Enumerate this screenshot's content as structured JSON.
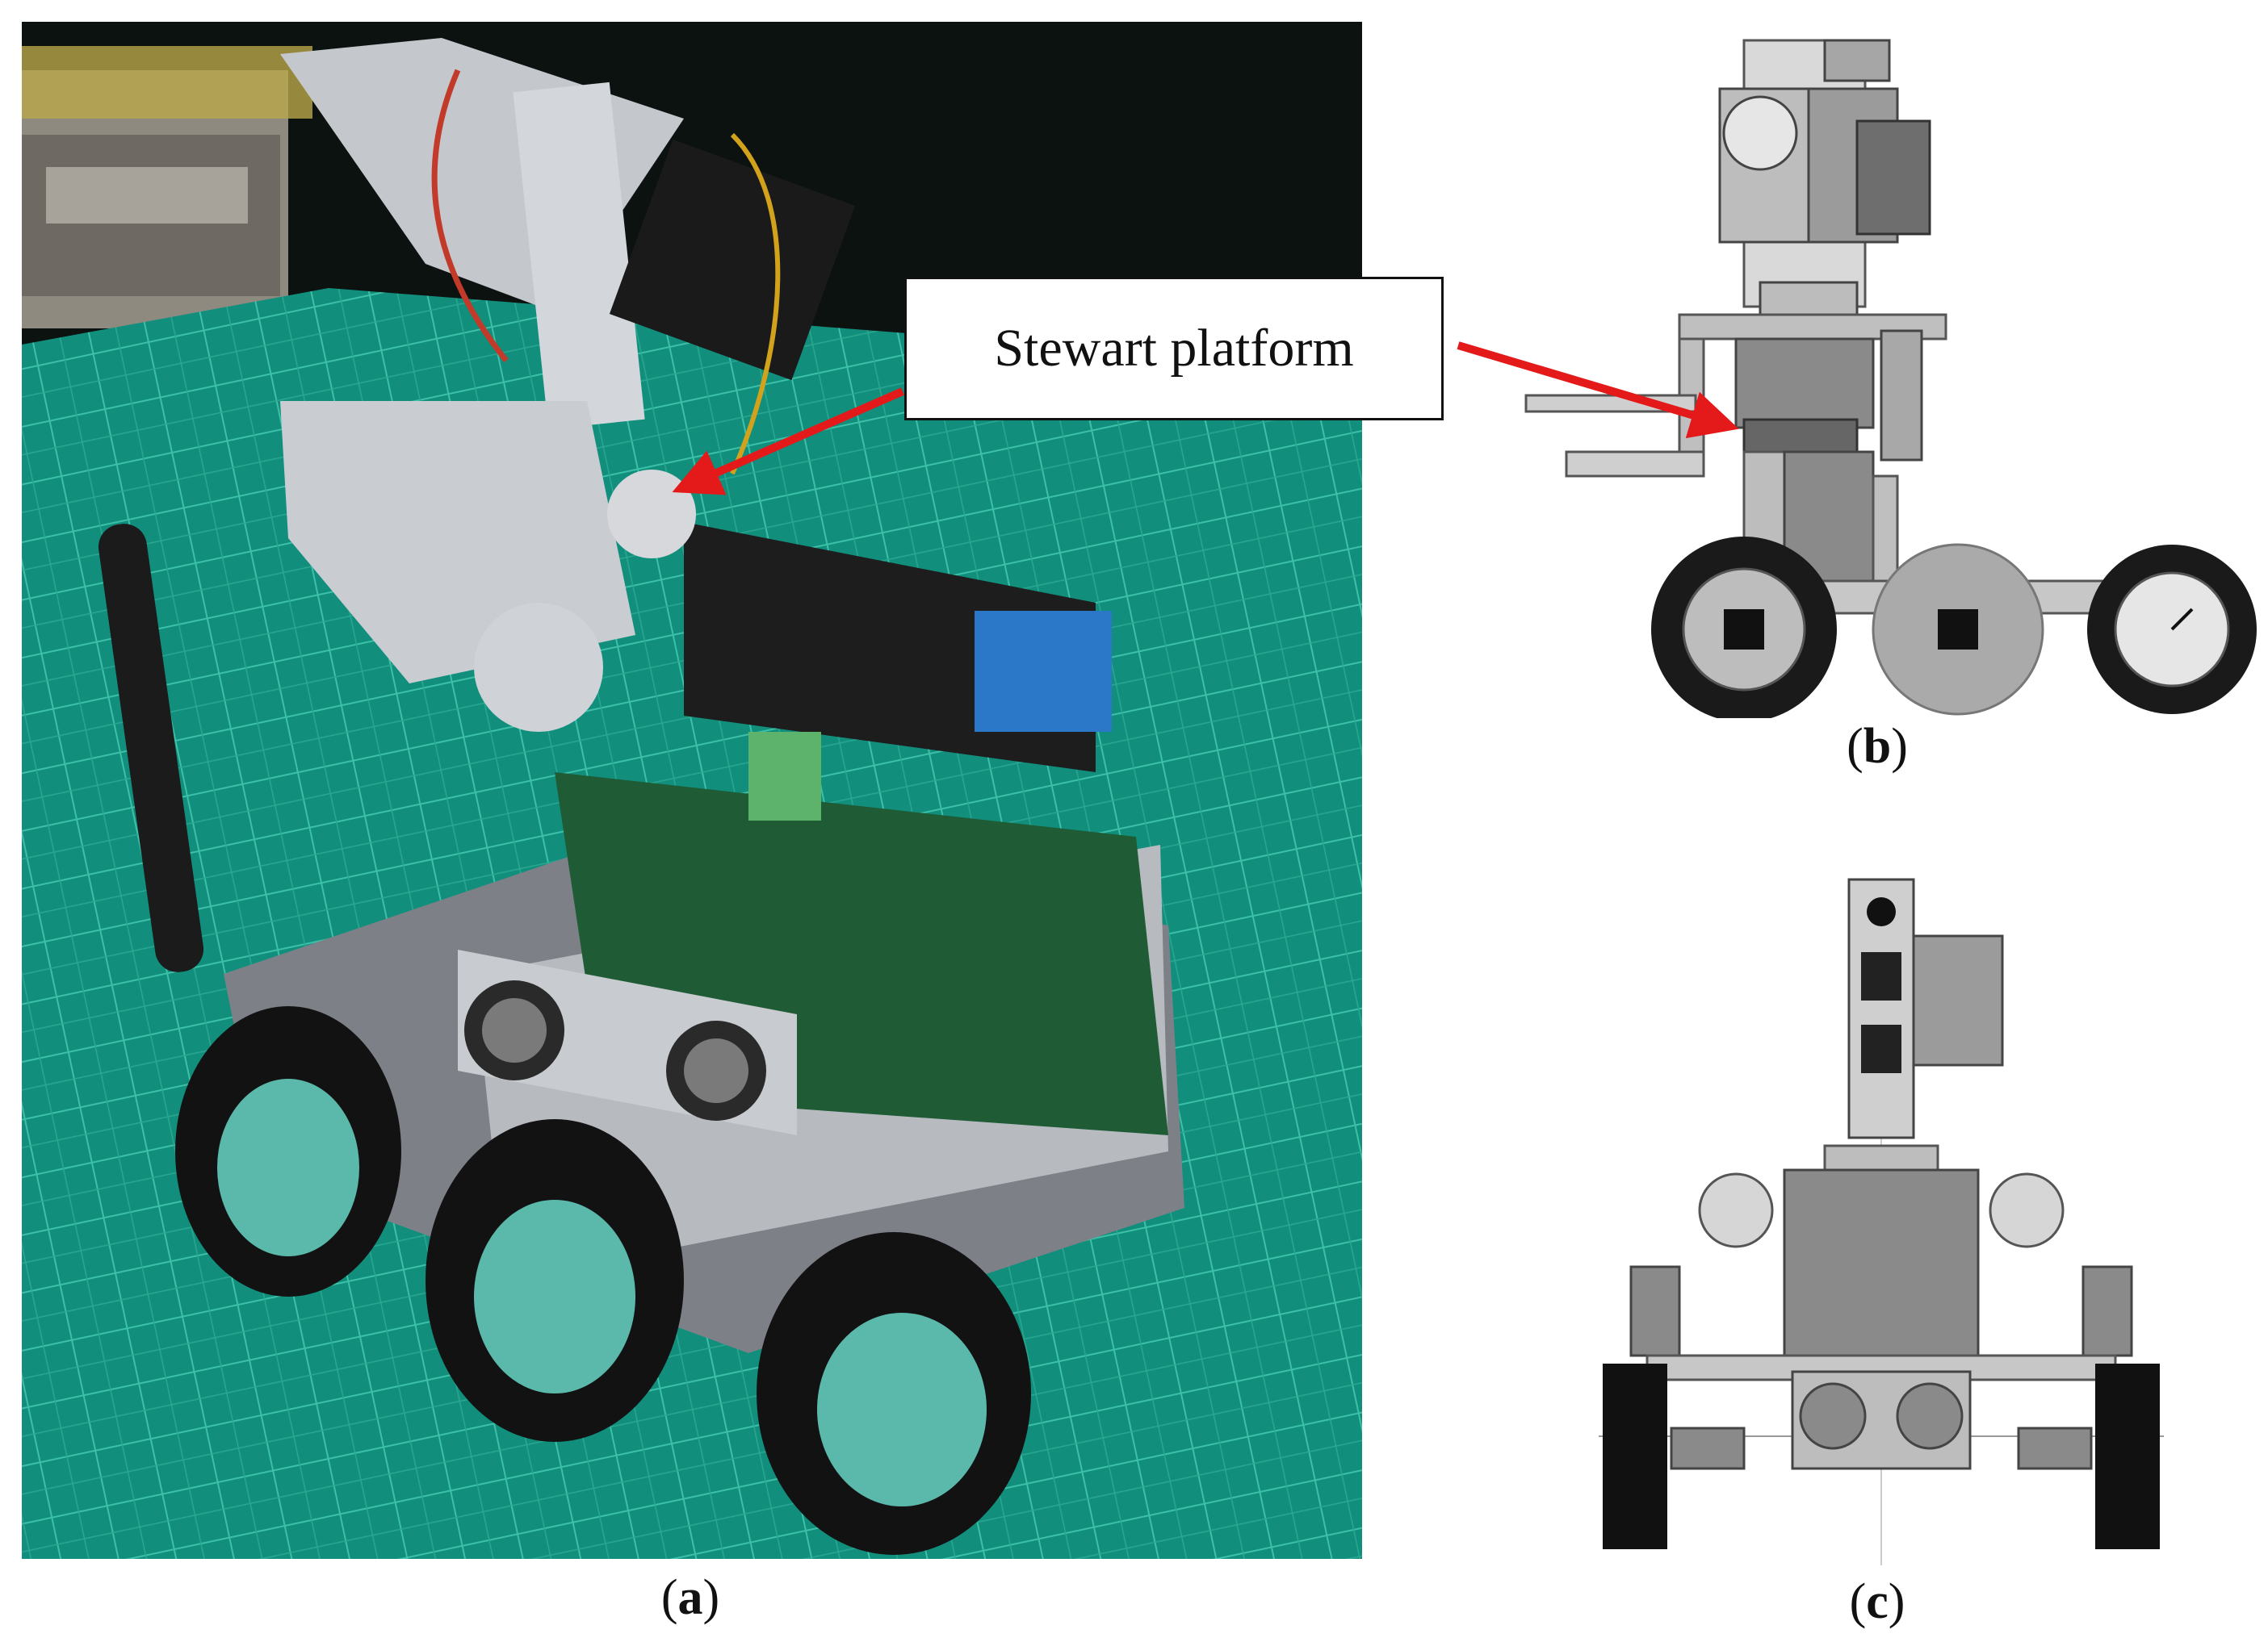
{
  "callout": {
    "label": "Stewart platform",
    "arrow_color": "#e41a1a"
  },
  "captions": {
    "a": {
      "letter": "a",
      "open": "(",
      "close": ")"
    },
    "b": {
      "letter": "b",
      "open": "(",
      "close": ")"
    },
    "c": {
      "letter": "c",
      "open": "(",
      "close": ")"
    }
  },
  "panels": {
    "a": {
      "kind": "photograph",
      "subject": "six-wheeled robot rover with camera mast on a green cutting mat"
    },
    "b": {
      "kind": "side-view drawing",
      "subject": "rover CAD side view"
    },
    "c": {
      "kind": "front-view drawing",
      "subject": "rover CAD front view"
    }
  },
  "colors": {
    "mat": "#118f7c",
    "grid": "#35b8a1",
    "wheel": "#151515",
    "hub": "#57b3a6",
    "pcb": "#1c5a34",
    "metal": "#b9bcc1",
    "drawing_gray": "#9a9a9a"
  }
}
